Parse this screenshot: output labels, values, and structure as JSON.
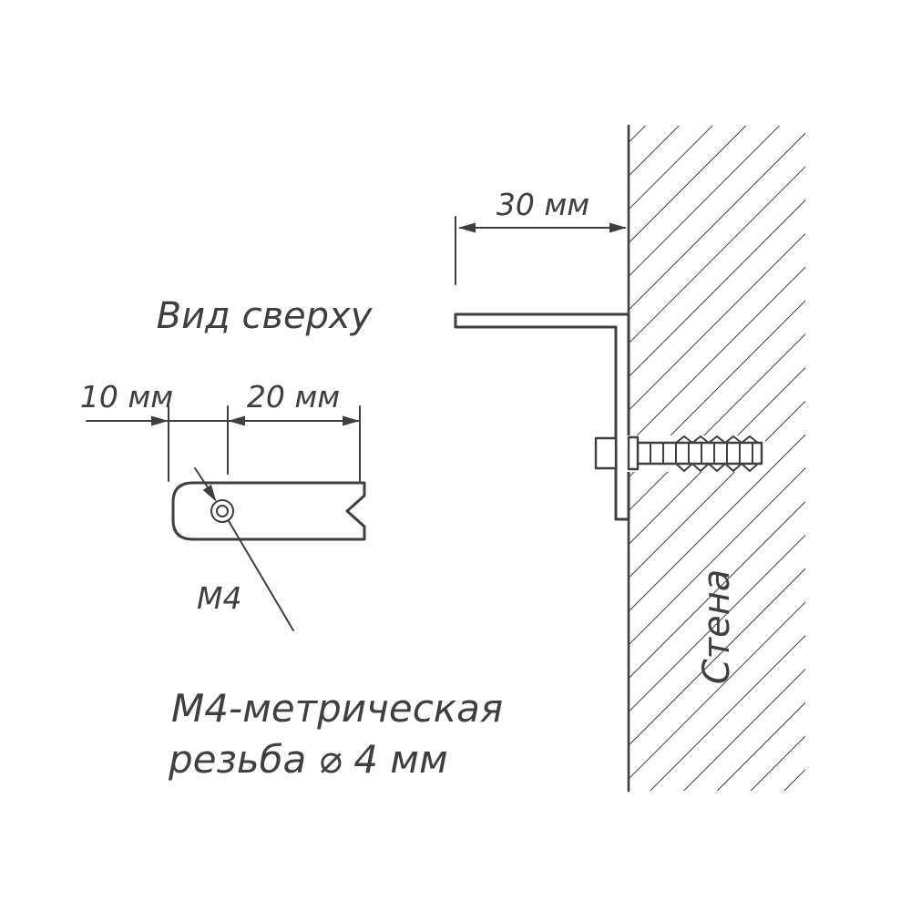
{
  "drawing": {
    "top_view": {
      "title": "Вид сверху",
      "dim_left": "10 мм",
      "dim_right": "20 мм",
      "thread_callout": "М4"
    },
    "side_view": {
      "dim_offset": "30 мм",
      "wall_label": "Стена"
    },
    "note_line1": "М4-метрическая",
    "note_line2": "резьба ⌀ 4 мм"
  },
  "colors": {
    "ink": "#3f3f3f",
    "background": "#ffffff"
  }
}
